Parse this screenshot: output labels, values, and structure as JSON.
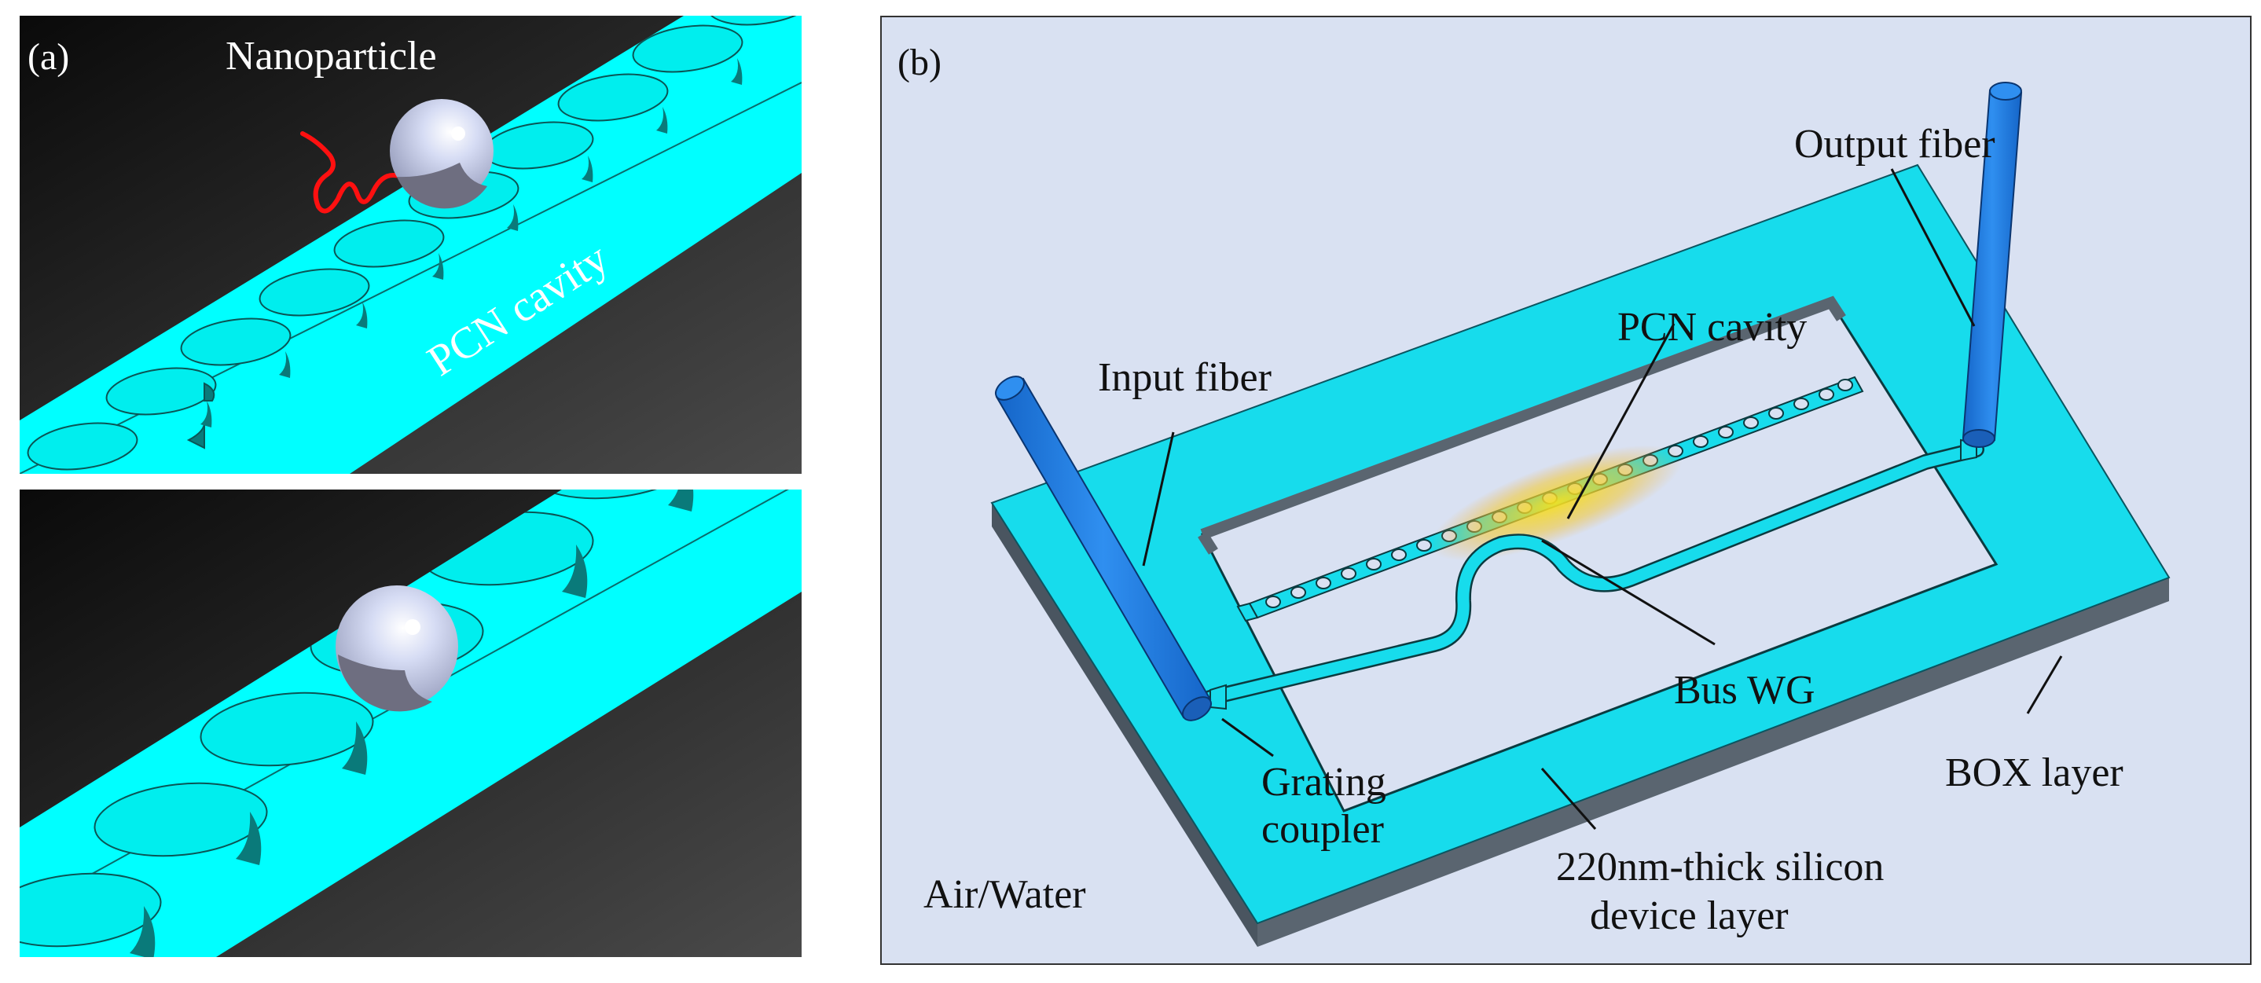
{
  "panel_a": {
    "tag": "(a)",
    "nanoparticle_label": "Nanoparticle",
    "cavity_label": "PCN cavity"
  },
  "panel_b": {
    "tag": "(b)",
    "output_fiber": "Output fiber",
    "pcn_cavity": "PCN cavity",
    "input_fiber": "Input fiber",
    "bus_wg": "Bus WG",
    "grating_line1": "Grating",
    "grating_line2": "coupler",
    "box_layer": "BOX layer",
    "air_water": "Air/Water",
    "device_line1": "220nm-thick silicon",
    "device_line2": "device layer"
  },
  "colors": {
    "cyan": "#00ffff",
    "slab": "#17dcec",
    "fiber": "#1f7fdf",
    "panel_b_bg": "#d9e1f2",
    "dark_bg": "#2a2a2a",
    "laser": "#ff1010"
  }
}
